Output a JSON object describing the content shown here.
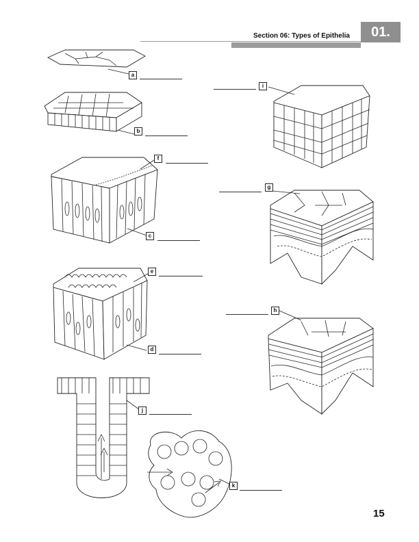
{
  "header": {
    "section_title": "Section 06: Types of Epithelia",
    "section_number": "01."
  },
  "labels": {
    "a": "a",
    "b": "b",
    "c": "c",
    "d": "d",
    "e": "e",
    "f": "f",
    "g": "g",
    "h": "h",
    "i": "i",
    "j": "j",
    "k": "k"
  },
  "footer": {
    "page_number": "15"
  }
}
